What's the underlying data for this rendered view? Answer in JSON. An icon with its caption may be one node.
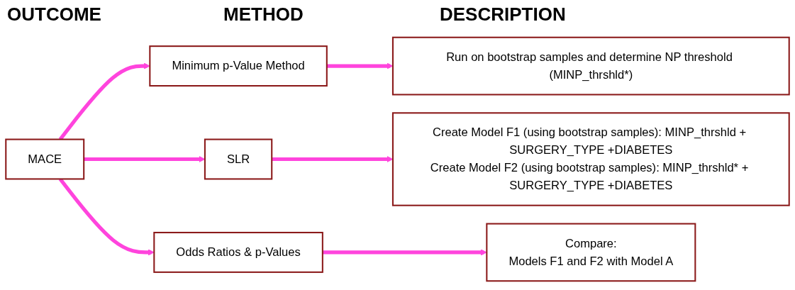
{
  "diagram": {
    "nodes": [
      {
        "text": [
          "MACE"
        ]
      },
      {
        "text": [
          "Minimum p-Value Method"
        ]
      },
      {
        "text": [
          "SLR"
        ]
      },
      {
        "text": [
          "Odds Ratios & p-Values"
        ]
      },
      {
        "text": [
          "Run on bootstrap samples and determine NP threshold (MINP_thrshld*)"
        ]
      },
      {
        "text": [
          "Create Model F1 (using bootstrap samples): MINP_thrshld + SURGERY_TYPE +DIABETES",
          "Create Model F2 (using bootstrap samples): MINP_thrshld* + SURGERY_TYPE +DIABETES"
        ]
      },
      {
        "text": [
          "Compare:",
          "Models F1 and F2 with Model A"
        ]
      }
    ],
    "edges": [
      {
        "from": 0,
        "to": 1,
        "arrow": "to"
      },
      {
        "from": 0,
        "to": 2,
        "arrow": "to"
      },
      {
        "from": 0,
        "to": 3,
        "arrow": "to"
      },
      {
        "from": 1,
        "to": 4,
        "arrow": "to"
      },
      {
        "from": 2,
        "to": 5,
        "arrow": "to"
      },
      {
        "from": 3,
        "to": 6,
        "arrow": "to"
      }
    ],
    "labels": [
      "OUTCOME",
      "METHOD",
      "DESCRIPTION"
    ]
  }
}
